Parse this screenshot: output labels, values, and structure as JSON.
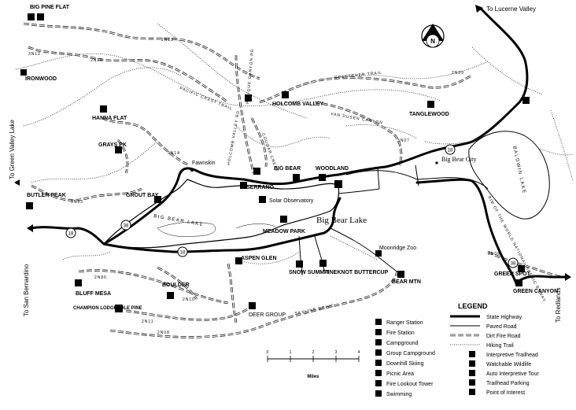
{
  "map": {
    "north_label": "N",
    "places": {
      "big_pine_flat": "BIG PINE FLAT",
      "ironwood": "IRONWOOD",
      "hanna_flat": "HANNA FLAT",
      "grays_pk": "GRAYS PK",
      "butler_peak": "BUTLER PEAK",
      "grout_bay": "GROUT BAY",
      "fawnskin": "Fawnskin",
      "holcomb_valley": "HOLCOMB VALLEY",
      "goldfever_trail": "GOLDFEVER TRAIL",
      "tanglewood": "TANGLEWOOD",
      "pacific_crest_trail": "PACIFIC CREST TRAIL",
      "van_dusen_canyon": "VAN DUSEN CANYON",
      "holcomb_valley_rd": "HOLCOMB VALLEY RD",
      "polique_canyon_rd": "POLIQUE CANYON RD",
      "cougar_crest": "COUGAR CREST",
      "big_bear": "BIG BEAR",
      "woodland": "WOODLAND",
      "serrano": "SERRANO",
      "solar_observatory": "Solar Observatory",
      "big_bear_lake_water": "BIG BEAR LAKE",
      "big_bear_lake_city": "Big Bear Lake",
      "big_bear_city": "Big Bear City",
      "baldwin_lake": "BALDWIN LAKE",
      "meadow_park": "MEADOW PARK",
      "aspen_glen": "ASPEN GLEN",
      "moonridge_zoo": "Moonridge Zoo",
      "snow_summit": "SNOW SUMMIT",
      "pineknot_buttercup": "PINEKNOT BUTTERCUP",
      "bear_mtn": "BEAR MTN",
      "bluff_mesa": "BLUFF MESA",
      "boulder": "BOULDER",
      "champion_lodgepole_pine": "CHAMPION LODGEPOLE PINE",
      "deer_group": "DEER GROUP",
      "skyline_drive": "SKYLINE DRIVE",
      "green_spot": "GREEN SPOT",
      "green_canyon": "GREEN CANYON",
      "rim_of_the_world": "RIM OF THE WORLD NATIONAL SCENIC BYWAY"
    },
    "directions": {
      "lucerne": "To Lucerne Valley",
      "green_valley": "To Green Valley Lake",
      "san_bernardino": "To San Bernardino",
      "redlands": "To Redlands"
    },
    "routes": {
      "hwy18": "18",
      "hwy38": "38"
    },
    "road_numbers": [
      "2N13",
      "2N16",
      "3N12",
      "3N14",
      "2N09",
      "3N07",
      "2N86",
      "2N10",
      "2N11",
      "2N08",
      "3N93",
      "2N06"
    ],
    "scale": {
      "ticks": [
        "0",
        "1",
        "2",
        "3",
        "4"
      ],
      "unit": "Miles"
    }
  },
  "legend": {
    "title": "LEGEND",
    "symbols": [
      {
        "icon": "ranger-station-icon",
        "label": "Ranger Station"
      },
      {
        "icon": "fire-station-icon",
        "label": "Fire Station"
      },
      {
        "icon": "campground-icon",
        "label": "Campground"
      },
      {
        "icon": "group-campground-icon",
        "label": "Group Campground"
      },
      {
        "icon": "downhill-skiing-icon",
        "label": "Downhill Skiing"
      },
      {
        "icon": "picnic-area-icon",
        "label": "Picnic  Area"
      },
      {
        "icon": "fire-lookout-tower-icon",
        "label": "Fire Lookout Tower"
      },
      {
        "icon": "swimming-icon",
        "label": "Swimming"
      }
    ],
    "lines": [
      {
        "style": "highway",
        "label": "State Highway"
      },
      {
        "style": "paved",
        "label": "Paved Road"
      },
      {
        "style": "dirt",
        "label": "Dirt Fire Road"
      },
      {
        "style": "hiking",
        "label": "Hiking Trail"
      }
    ],
    "symbols2": [
      {
        "icon": "interpretive-trailhead-icon",
        "label": "Interpretive Trailhead"
      },
      {
        "icon": "watchable-wildlife-icon",
        "label": "Watchable Wildlife"
      },
      {
        "icon": "auto-tour-icon",
        "label": "Auto Interpretive Tour"
      },
      {
        "icon": "trailhead-parking-icon",
        "label": "Trailhead Parking"
      },
      {
        "icon": "point-of-interest-icon",
        "label": "Point of Interest"
      }
    ]
  }
}
